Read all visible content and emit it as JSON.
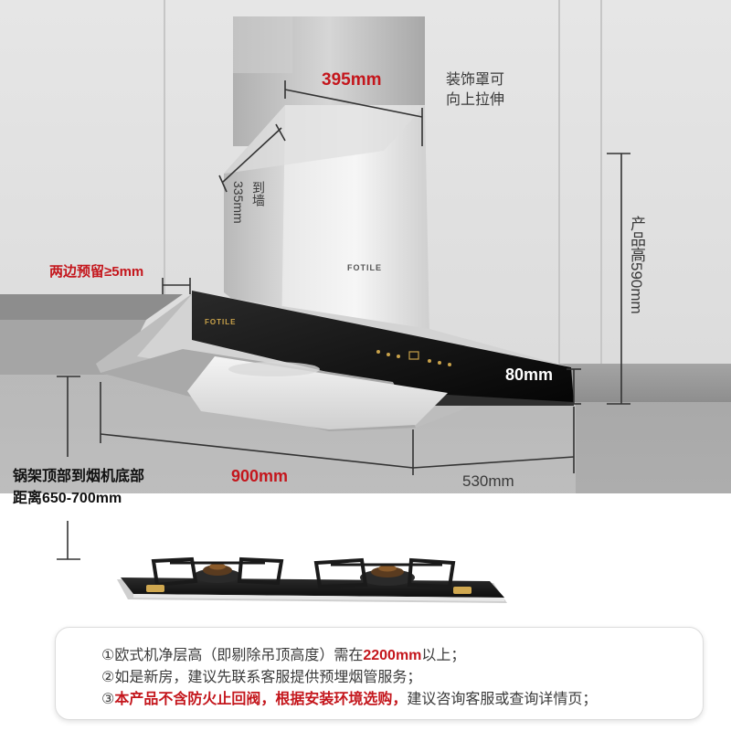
{
  "labels": {
    "cover_width": "395mm",
    "cover_note_line1": "装饰罩可",
    "cover_note_line2": "向上拉伸",
    "to_wall": "到墙",
    "to_wall_value": "335mm",
    "side_clearance": "两边预留≥5mm",
    "product_height": "产品高590mm",
    "panel_height": "80mm",
    "hood_width": "900mm",
    "hood_depth": "530mm",
    "distance_line1": "锅架顶部到烟机底部",
    "distance_line2": "距离650-700mm"
  },
  "brand": {
    "hood": "FOTILE",
    "panel": "FOTILE"
  },
  "notes": [
    {
      "prefix": "①欧式机净层高（即剔除吊顶高度）需在",
      "highlight": "2200mm",
      "suffix": "以上；"
    },
    {
      "prefix": "②如是新房，建议先联系客服提供预埋烟管服务；",
      "highlight": "",
      "suffix": ""
    },
    {
      "prefix": "③",
      "highlight": "本产品不含防火止回阀，根据安装环境选购，",
      "suffix": "建议咨询客服或查询详情页；"
    }
  ],
  "colors": {
    "accent_red": "#c4161c",
    "wall": "#dcdcdc",
    "cabinet_gray": "#9a9a9a",
    "glass_panel": "#111111",
    "steel": "#c8c8c8"
  }
}
